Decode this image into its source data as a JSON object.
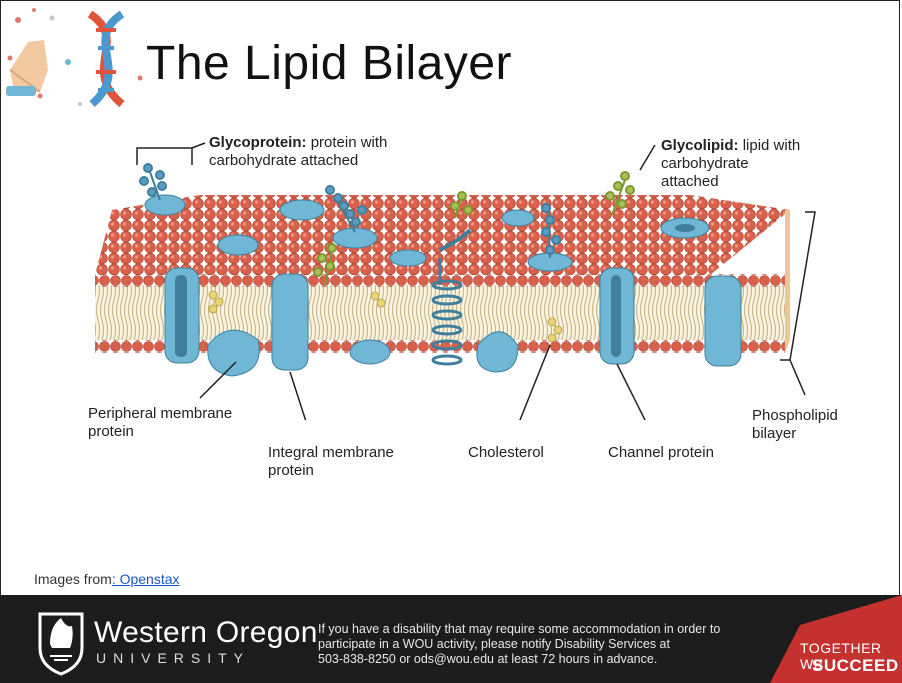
{
  "slide": {
    "title": "The Lipid Bilayer"
  },
  "diagram": {
    "labels": {
      "glycoprotein_term": "Glycoprotein:",
      "glycoprotein_desc_1": "protein with",
      "glycoprotein_desc_2": "carbohydrate attached",
      "glycolipid_term": "Glycolipid:",
      "glycolipid_desc_1": "lipid with",
      "glycolipid_desc_2": "carbohydrate",
      "glycolipid_desc_3": "attached",
      "peripheral_1": "Peripheral membrane",
      "peripheral_2": "protein",
      "integral_1": "Integral membrane",
      "integral_2": "protein",
      "cholesterol": "Cholesterol",
      "channel": "Channel protein",
      "phospholipid_1": "Phospholipid",
      "phospholipid_2": "bilayer"
    },
    "colors": {
      "head": "#d9604a",
      "protein": "#6fb7d4",
      "glyco_protein_chain": "#5b9cc4",
      "glyco_lipid_chain": "#a9bf5a",
      "cholesterol": "#e8d27a"
    }
  },
  "credit": {
    "prefix": "Images from",
    "link": ": Openstax"
  },
  "footer": {
    "university_name": "Western Oregon",
    "university_sub": "UNIVERSITY",
    "notice_1": "If you have a disability that may require some accommodation in order to",
    "notice_2": "participate in a WOU activity, please notify Disability Services at",
    "notice_3": "503-838-8250 or ods@wou.edu at least 72 hours in advance.",
    "slogan_1": "TOGETHER WE",
    "slogan_2": "SUCCEED"
  }
}
